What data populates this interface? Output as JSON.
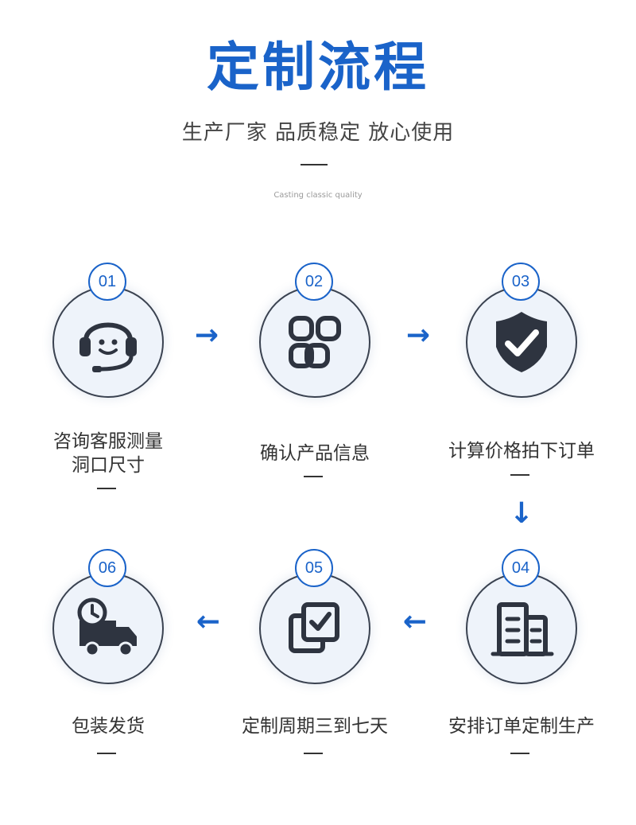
{
  "header": {
    "title": "定制流程",
    "subtitle": "生产厂家 品质稳定 放心使用",
    "caption_en": "Casting classic quality"
  },
  "steps": [
    {
      "num": "01",
      "label_line1": "咨询客服测量",
      "label_line2": "洞口尺寸",
      "icon": "headset-icon"
    },
    {
      "num": "02",
      "label_line1": "确认产品信息",
      "icon": "grid-icon"
    },
    {
      "num": "03",
      "label_line1": "计算价格拍下订单",
      "icon": "shield-check-icon"
    },
    {
      "num": "04",
      "label_line1": "安排订单定制生产",
      "icon": "buildings-icon"
    },
    {
      "num": "05",
      "label_line1": "定制周期三到七天",
      "icon": "checkbox-copy-icon"
    },
    {
      "num": "06",
      "label_line1": "包装发货",
      "icon": "delivery-truck-icon"
    }
  ],
  "arrows": {
    "right": "→",
    "down": "↓",
    "left": "←"
  },
  "colors": {
    "accent": "#1a63c9",
    "icon_dark": "#2e3440",
    "circle_bg": "#eef3fa"
  }
}
